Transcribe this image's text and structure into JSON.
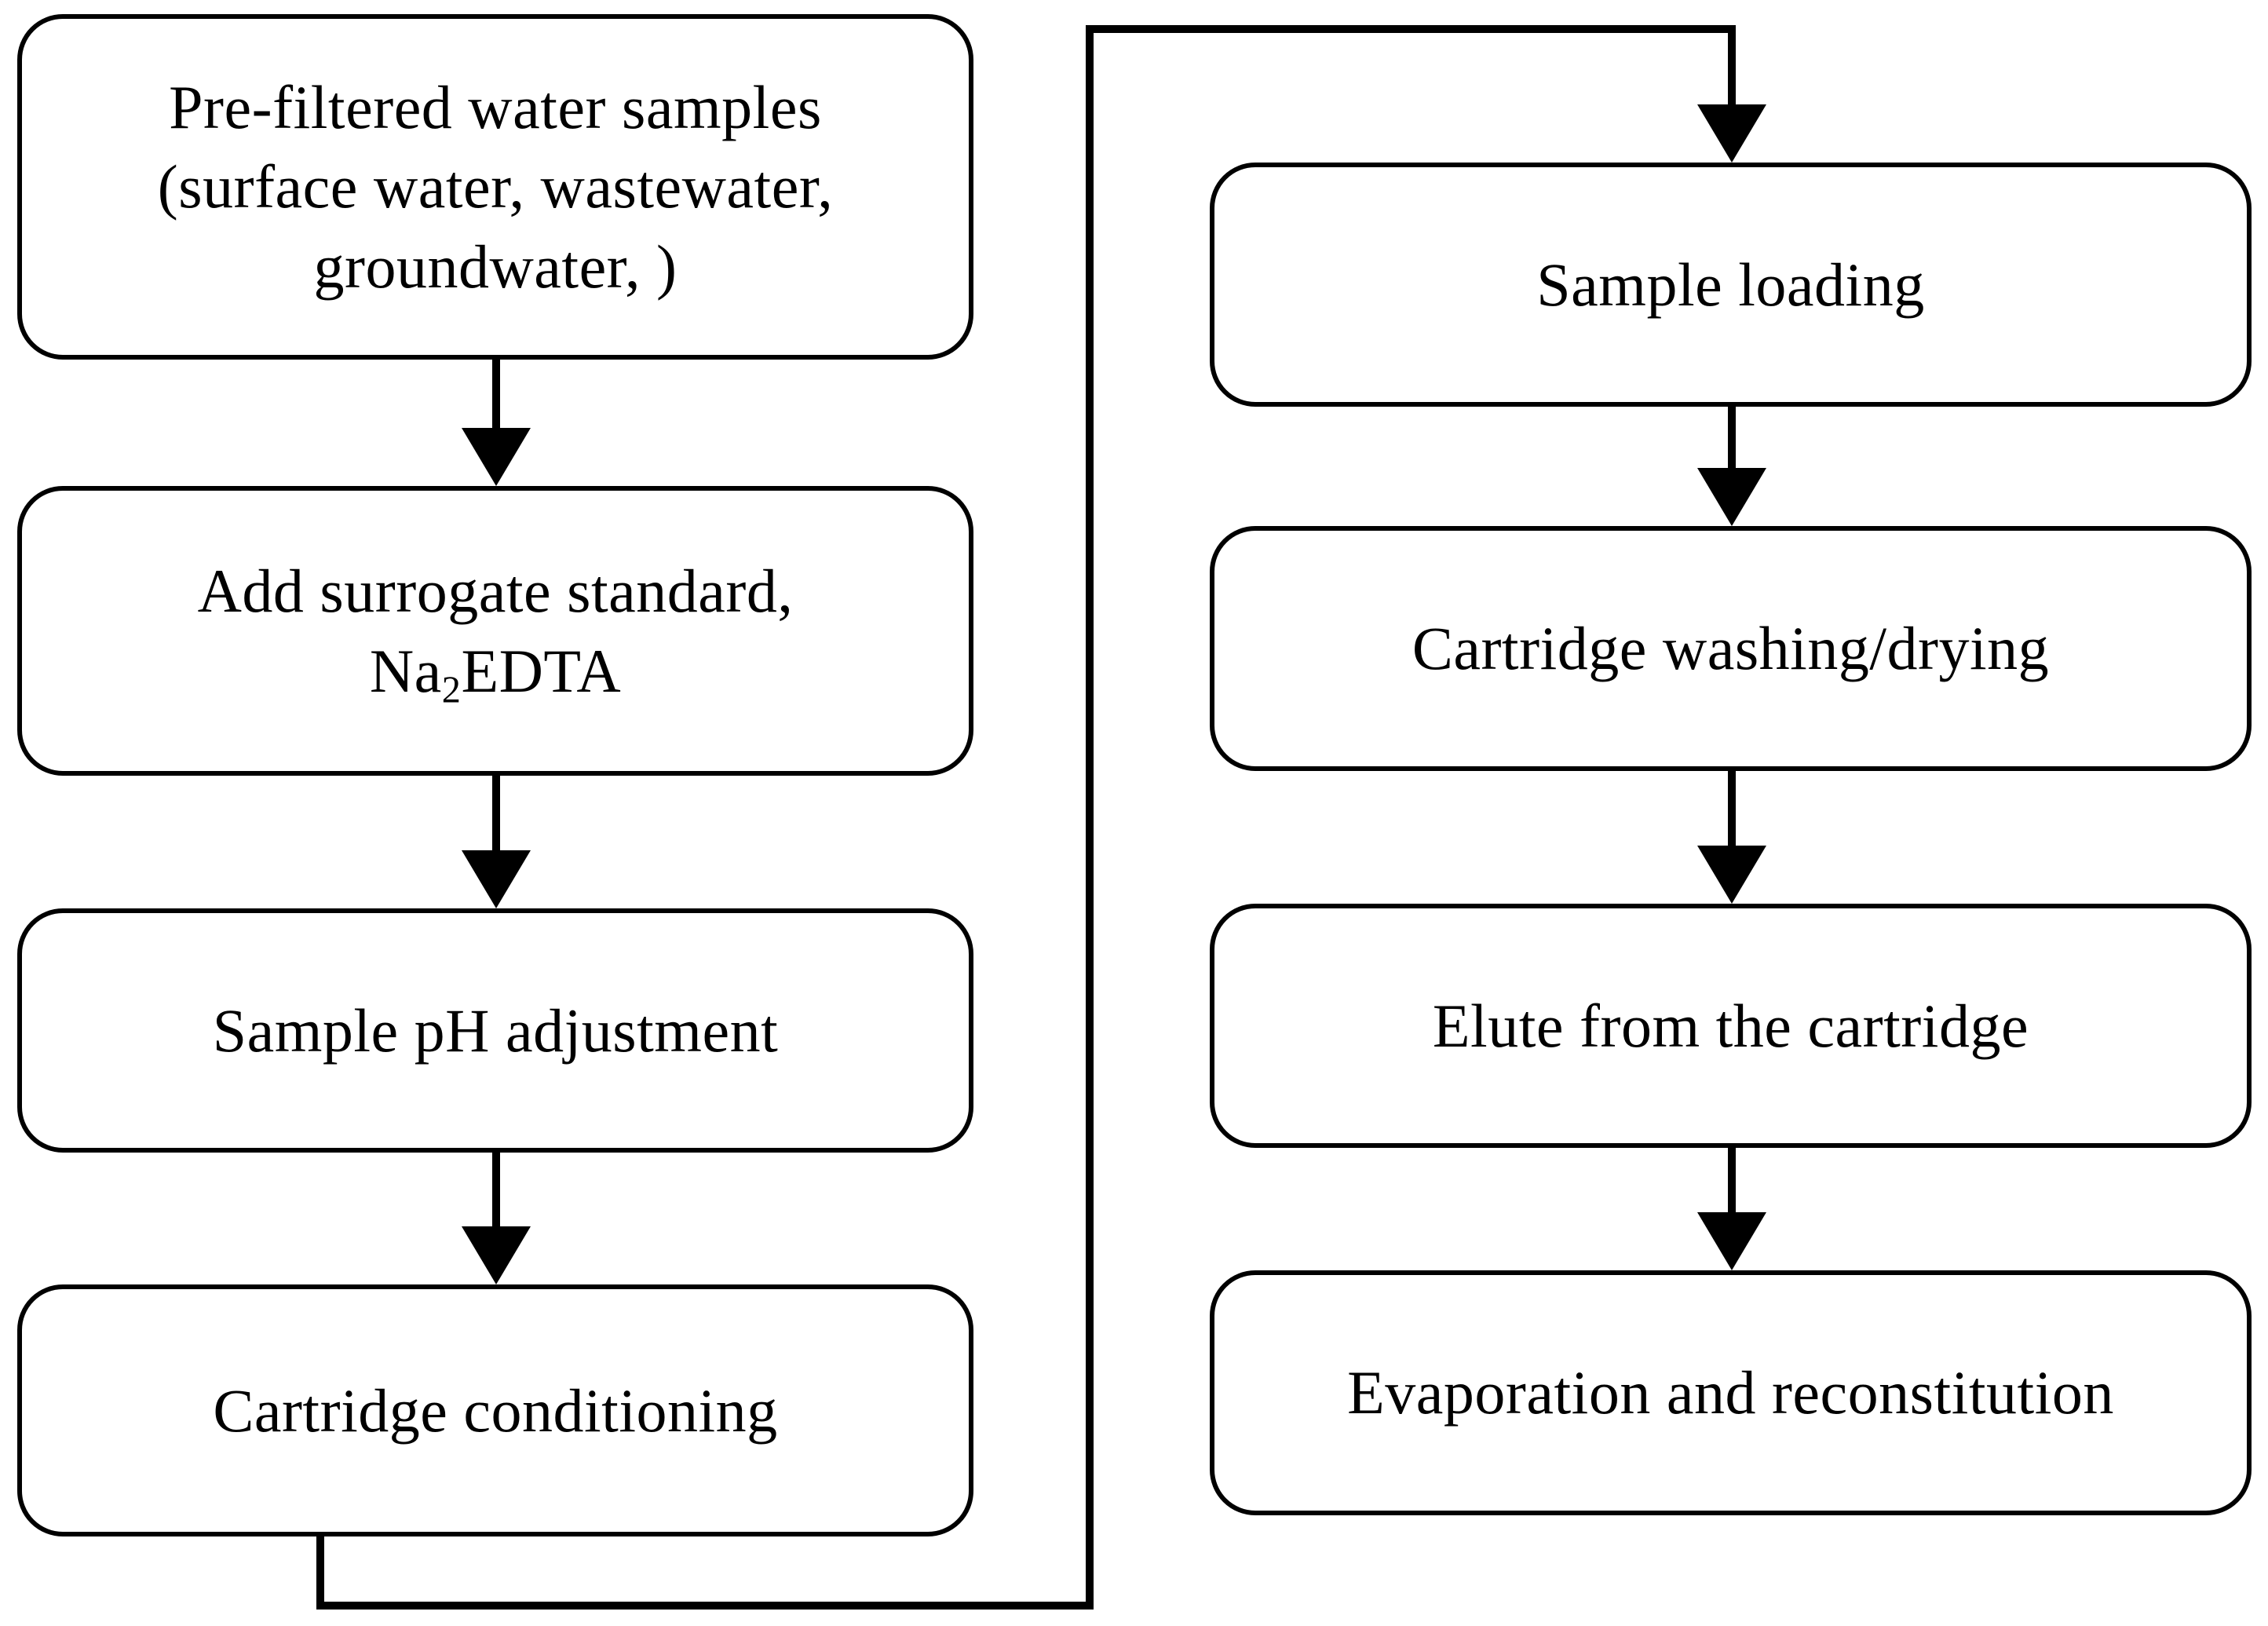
{
  "diagram": {
    "type": "flowchart",
    "orientation": "two-column-serpentine",
    "background_color": "#ffffff",
    "line_color": "#000000",
    "text_color": "#000000"
  },
  "left_column": {
    "nodes": [
      {
        "id": "prefiltered",
        "label": "Pre-filtered water samples\n(surface water, wastewater,\ngroundwater, )"
      },
      {
        "id": "surrogate",
        "label_line1": "Add surrogate standard,",
        "label_line2_pre": "Na",
        "label_line2_sub": "2",
        "label_line2_post": "EDTA"
      },
      {
        "id": "ph",
        "label": "Sample pH adjustment"
      },
      {
        "id": "conditioning",
        "label": "Cartridge conditioning"
      }
    ]
  },
  "right_column": {
    "nodes": [
      {
        "id": "loading",
        "label": "Sample loading"
      },
      {
        "id": "washing",
        "label": "Cartridge washing/drying"
      },
      {
        "id": "elute",
        "label": "Elute from the cartridge"
      },
      {
        "id": "evaporation",
        "label": "Evaporation and reconstitution"
      }
    ]
  },
  "connectors": [
    {
      "id": "l1",
      "from": "prefiltered",
      "to": "surrogate",
      "style": "arrow-down"
    },
    {
      "id": "l2",
      "from": "surrogate",
      "to": "ph",
      "style": "arrow-down"
    },
    {
      "id": "l3",
      "from": "ph",
      "to": "conditioning",
      "style": "arrow-down"
    },
    {
      "id": "loop",
      "from": "conditioning",
      "to": "loading",
      "style": "elbow-wrap-around-arrow"
    },
    {
      "id": "r1",
      "from": "loading",
      "to": "washing",
      "style": "arrow-down"
    },
    {
      "id": "r2",
      "from": "washing",
      "to": "elute",
      "style": "arrow-down"
    },
    {
      "id": "r3",
      "from": "elute",
      "to": "evaporation",
      "style": "arrow-down"
    }
  ]
}
